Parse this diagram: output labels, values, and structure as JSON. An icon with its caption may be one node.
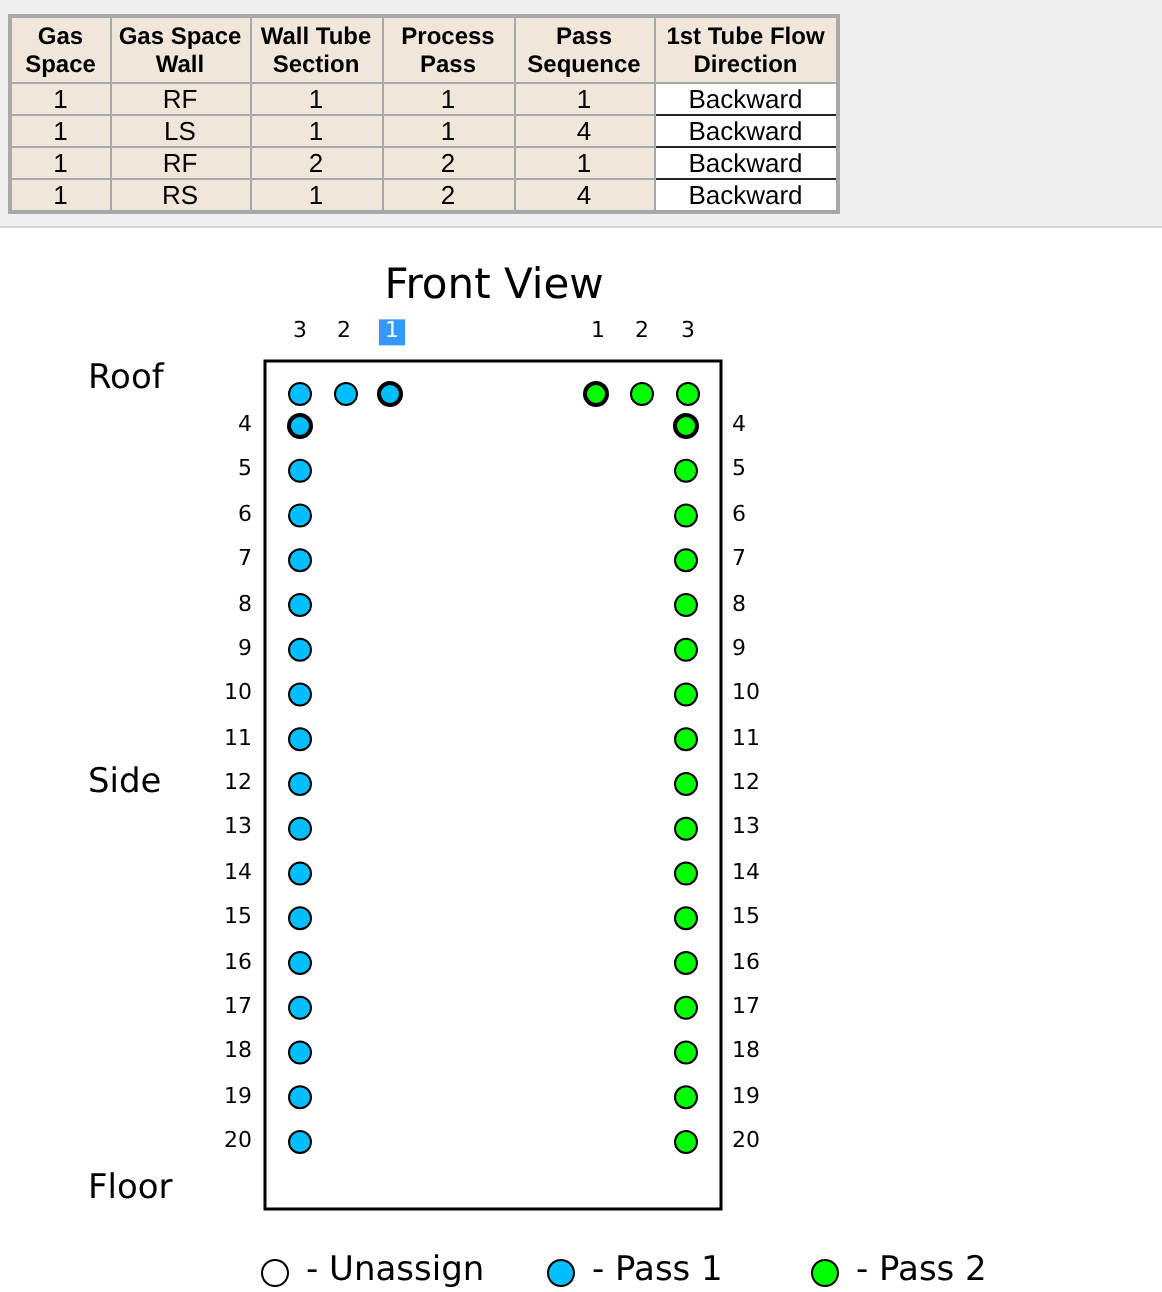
{
  "diagram": {
    "title": "Front View",
    "labels": [
      "Gas Space",
      "Gas Space Wall",
      "Wall Tube Section",
      "Process Pass",
      "Pass Sequence",
      "1st Tube Flow Direction",
      "1",
      "RF",
      "1",
      "1",
      "1",
      "Backward",
      "1",
      "LS",
      "1",
      "1",
      "4",
      "Backward",
      "1",
      "RF",
      "2",
      "2",
      "1",
      "Backward",
      "1",
      "RS",
      "1",
      "2",
      "4",
      "Backward",
      "3",
      "2",
      "1",
      "1",
      "2",
      "3",
      "Roof",
      "4",
      "4",
      "5",
      "5",
      "6",
      "6",
      "7",
      "7",
      "8",
      "8",
      "9",
      "9",
      "10",
      "10",
      "11",
      "11",
      "Side",
      "12",
      "12",
      "13",
      "13",
      "14",
      "14",
      "15",
      "15",
      "16",
      "16",
      "17",
      "17",
      "18",
      "18",
      "19",
      "19",
      "20",
      "20",
      "Floor"
    ],
    "legend": [
      {
        "text": "- Unassign"
      },
      {
        "text": "- Pass 1",
        "color": "#00bfff"
      },
      {
        "text": "- Pass 2",
        "color": "#00ff00"
      }
    ]
  }
}
